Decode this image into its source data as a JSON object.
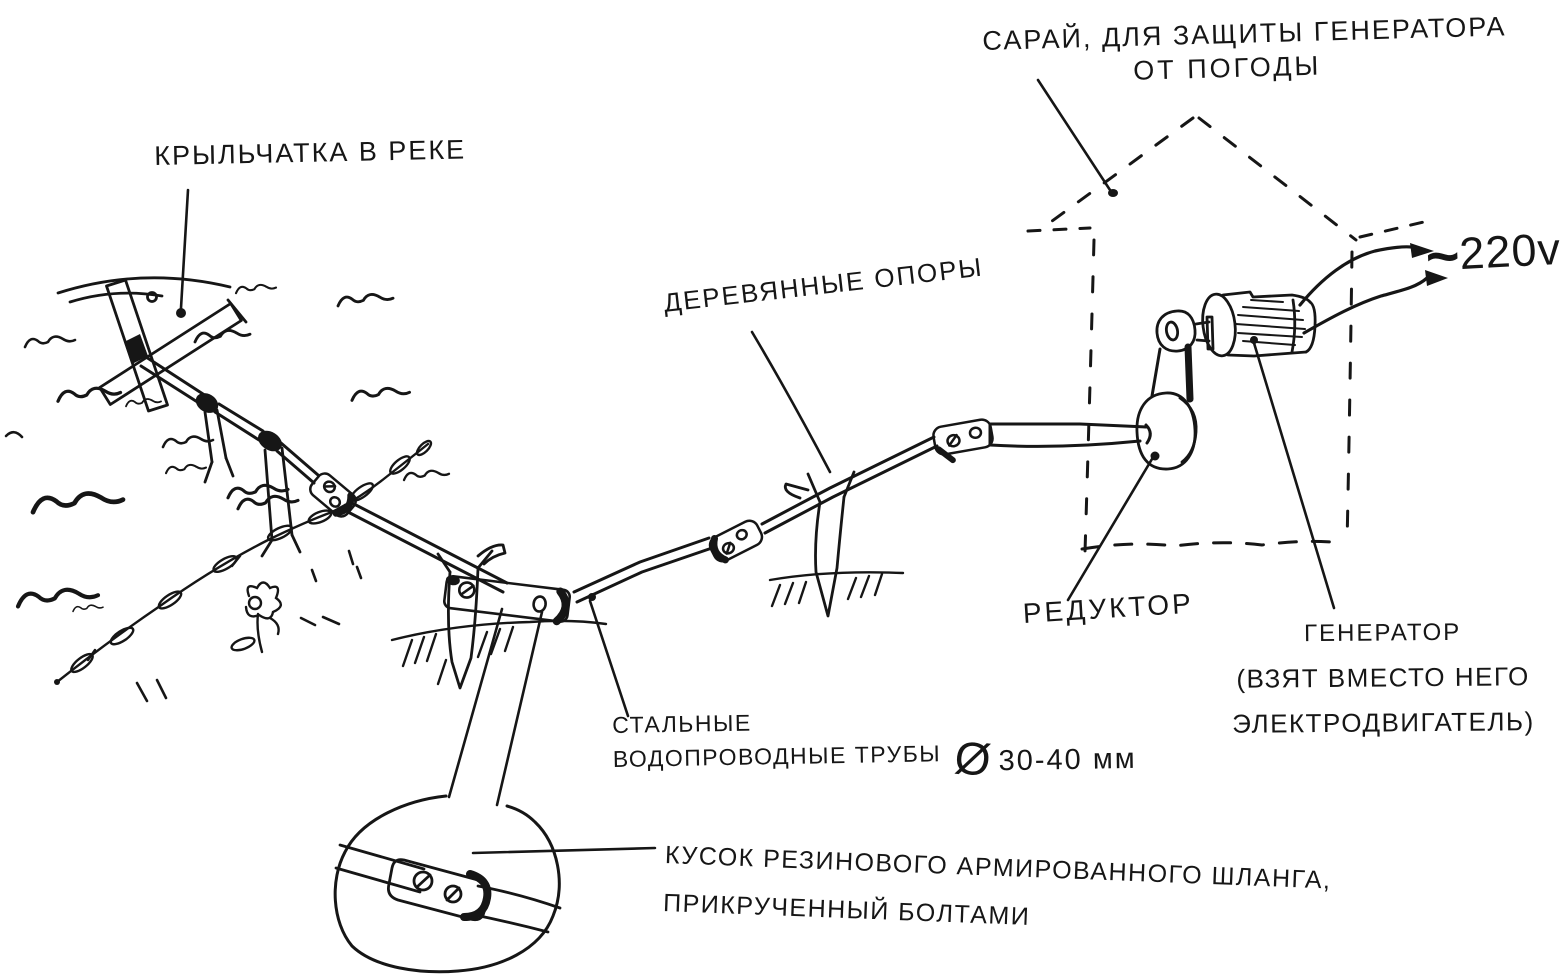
{
  "background": "#ffffff",
  "ink_color": "#161616",
  "drawing_type": "hand-drawn sketch of a homemade river hydro generator",
  "labels": {
    "impeller": "КРЫЛЬЧАТКА В РЕКЕ",
    "shed_line1": "САРАЙ, ДЛЯ ЗАЩИТЫ ГЕНЕРАТОРА",
    "shed_line2": "ОТ ПОГОДЫ",
    "wooden_supports": "ДЕРЕВЯННЫЕ ОПОРЫ",
    "voltage_tilde": "~",
    "voltage_value": "220v",
    "reducer": "РЕДУКТОР",
    "generator_line1": "ГЕНЕРАТОР",
    "generator_line2": "(ВЗЯТ ВМЕСТО НЕГО",
    "generator_line3": "ЭЛЕКТРОДВИГАТЕЛЬ)",
    "pipes_line1": "СТАЛЬНЫЕ",
    "pipes_line2": "ВОДОПРОВОДНЫЕ ТРУБЫ",
    "pipes_diameter_symbol": "Ø",
    "pipes_diameter_value": "30-40 мм",
    "hose_line1": "КУСОК РЕЗИНОВОГО АРМИРОВАННОГО ШЛАНГА,",
    "hose_line2": "ПРИКРУЧЕННЫЙ БОЛТАМИ"
  }
}
